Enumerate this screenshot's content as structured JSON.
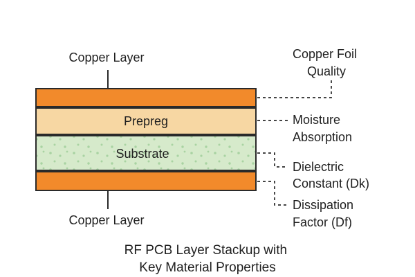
{
  "colors": {
    "copper": "#f28a2b",
    "prepreg": "#f7d7a3",
    "substrate": "#d6eacb",
    "substrate_dots": "#a9d3a2",
    "outline": "#2a2a2a"
  },
  "layers": [
    {
      "key": "copper-top",
      "label": ""
    },
    {
      "key": "prepreg",
      "label": "Prepreg"
    },
    {
      "key": "substrate",
      "label": "Substrate"
    },
    {
      "key": "copper-bottom",
      "label": ""
    }
  ],
  "labels": {
    "copper_top": "Copper Layer",
    "copper_bottom": "Copper Layer"
  },
  "properties": [
    {
      "key": "copper-foil-quality",
      "lines": [
        "Copper Foil",
        "Quality"
      ]
    },
    {
      "key": "moisture-absorption",
      "lines": [
        "Moisture",
        "Absorption"
      ]
    },
    {
      "key": "dielectric-constant",
      "lines": [
        "Dielectric",
        "Constant (Dk)"
      ]
    },
    {
      "key": "dissipation-factor",
      "lines": [
        "Dissipation",
        "Factor (Df)"
      ]
    }
  ],
  "title": {
    "line1": "RF PCB Layer Stackup with",
    "line2": "Key Material Properties"
  }
}
